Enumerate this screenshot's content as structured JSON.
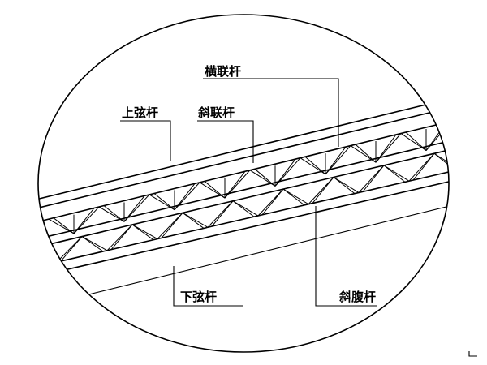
{
  "diagram": {
    "labels": {
      "top_chord": "上弦杆",
      "diagonal_link": "斜联杆",
      "horizontal_link": "横联杆",
      "bottom_chord": "下弦杆",
      "diagonal_web": "斜腹杆"
    },
    "colors": {
      "stroke": "#000000",
      "background": "#ffffff"
    }
  }
}
